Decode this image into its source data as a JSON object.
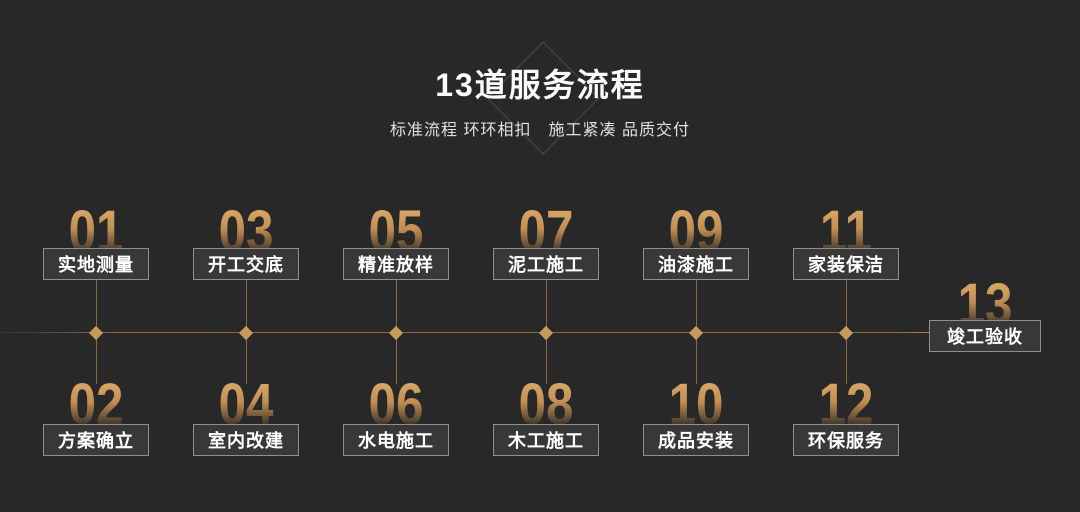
{
  "header": {
    "title": "13道服务流程",
    "subtitle": "标准流程 环环相扣　施工紧凑 品质交付"
  },
  "steps": [
    {
      "num": "01",
      "label": "实地测量"
    },
    {
      "num": "02",
      "label": "方案确立"
    },
    {
      "num": "03",
      "label": "开工交底"
    },
    {
      "num": "04",
      "label": "室内改建"
    },
    {
      "num": "05",
      "label": "精准放样"
    },
    {
      "num": "06",
      "label": "水电施工"
    },
    {
      "num": "07",
      "label": "泥工施工"
    },
    {
      "num": "08",
      "label": "木工施工"
    },
    {
      "num": "09",
      "label": "油漆施工"
    },
    {
      "num": "10",
      "label": "成品安装"
    },
    {
      "num": "11",
      "label": "家装保洁"
    },
    {
      "num": "12",
      "label": "环保服务"
    },
    {
      "num": "13",
      "label": "竣工验收"
    }
  ],
  "colors": {
    "background": "#282828",
    "timeline_line": "#8a6a45",
    "diamond_node": "#c79a5c",
    "number_gradient_top": "#dcab6b",
    "box_background": "#383838",
    "box_border": "#8f8f8f",
    "title_text": "#fafafa"
  }
}
